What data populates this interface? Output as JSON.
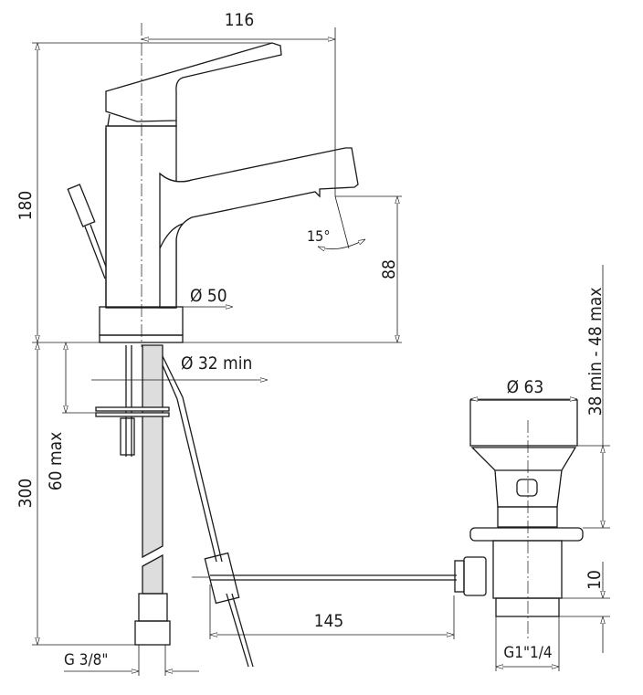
{
  "drawing": {
    "title": "Basin mixer with pop-up waste - technical drawing",
    "colors": {
      "line": "#1a1a1a",
      "background": "#ffffff"
    },
    "dimensions": {
      "spout_reach": "116",
      "total_height": "180",
      "spout_height": "88",
      "spout_angle": "15°",
      "body_diameter": "Ø 50",
      "hole_diameter": "Ø 32 min",
      "hose_length": "300",
      "deck_thickness": "60  max",
      "hose_thread": "G  3/8\"",
      "rod_length": "145",
      "waste_diameter": "Ø 63",
      "waste_height": "38  min  -  48  max",
      "waste_thread_length": "10",
      "waste_thread": "G1\"1/4"
    }
  }
}
